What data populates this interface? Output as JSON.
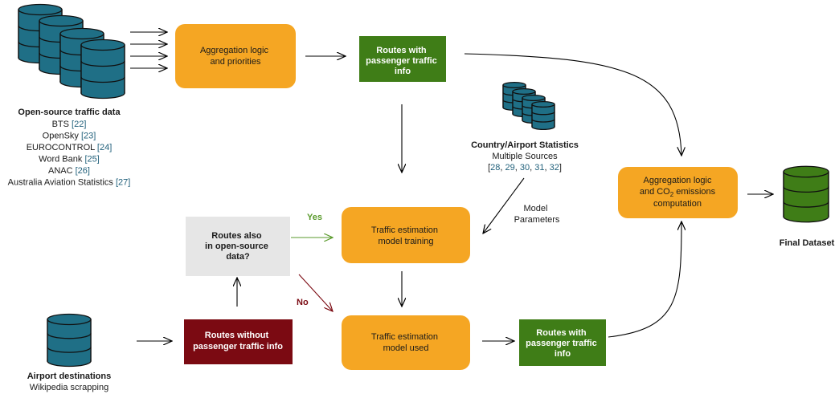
{
  "colors": {
    "orange": "#f5a623",
    "green": "#3f7d17",
    "darkred": "#7b0a12",
    "gray_box": "#e6e6e6",
    "cylinder": "#1f6f86",
    "cylinder_green": "#3f7d17",
    "yes_arrow": "#5a9a2c",
    "no_arrow": "#7b0a12",
    "ref_blue": "#1f5f7a"
  },
  "nodes": {
    "aggregation_top": [
      "Aggregation logic",
      "and priorities"
    ],
    "routes_top": [
      "Routes with",
      "passenger traffic",
      "info"
    ],
    "aggregation_co2": {
      "line1": "Aggregation logic",
      "line2_prefix": "and CO",
      "line2_sub": "2",
      "line2_suffix": " emissions",
      "line3": "computation"
    },
    "training": [
      "Traffic estimation",
      "model training"
    ],
    "used": [
      "Traffic estimation",
      "model used"
    ],
    "routes_bottom": [
      "Routes with",
      "passenger traffic",
      "info"
    ],
    "question": [
      "Routes also",
      "in open-source",
      "data?"
    ],
    "routes_without": [
      "Routes without",
      "passenger traffic info"
    ]
  },
  "labels": {
    "yes": "Yes",
    "no": "No",
    "model_parameters": [
      "Model",
      "Parameters"
    ]
  },
  "sources": {
    "open_source": {
      "title": "Open-source traffic data",
      "items": [
        {
          "text": "BTS ",
          "ref": "[22]"
        },
        {
          "text": "OpenSky ",
          "ref": "[23]"
        },
        {
          "text": "EUROCONTROL ",
          "ref": "[24]"
        },
        {
          "text": "Word Bank ",
          "ref": "[25]"
        },
        {
          "text": "ANAC ",
          "ref": "[26]"
        },
        {
          "text": "Australia Aviation Statistics ",
          "ref": "[27]"
        }
      ]
    },
    "country_airport": {
      "title": "Country/Airport Statistics",
      "subtitle": "Multiple Sources",
      "refs": [
        "28",
        "29",
        "30",
        "31",
        "32"
      ]
    },
    "airport_destinations": {
      "title": "Airport destinations",
      "subtitle": "Wikipedia scrapping"
    },
    "final": {
      "title": "Final Dataset"
    }
  }
}
